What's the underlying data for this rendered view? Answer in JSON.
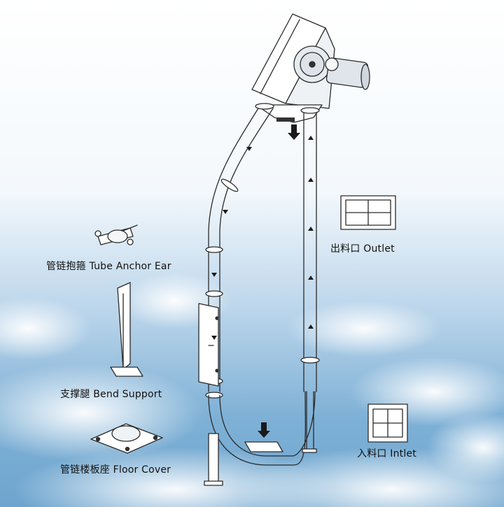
{
  "colors": {
    "sky_top": "#ffffff",
    "sky_bottom": "#6fa6cf",
    "line": "#2a2a2a",
    "arrow": "#1a1a1a"
  },
  "labels": {
    "tube_anchor_ear": "管链抱箍 Tube Anchor Ear",
    "bend_support": "支撑腿 Bend Support",
    "floor_cover": "管链楼板座 Floor Cover",
    "outlet": "出料口 Outlet",
    "inlet": "入料口 Intlet"
  },
  "icons": [
    "drive-motor-icon",
    "flow-arrow-icon",
    "outlet-frame-icon",
    "inlet-frame-icon",
    "tube-anchor-ear-icon",
    "bend-support-icon",
    "floor-cover-icon",
    "inspection-door-icon"
  ]
}
